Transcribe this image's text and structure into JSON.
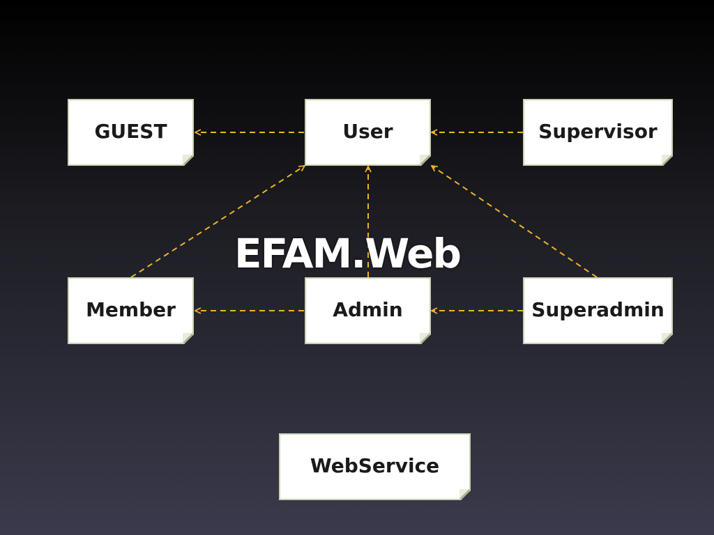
{
  "title": "EFAM.Web",
  "nodes": {
    "guest": "GUEST",
    "user": "User",
    "supervisor": "Supervisor",
    "member": "Member",
    "admin": "Admin",
    "superadmin": "Superadmin",
    "webservice": "WebService"
  },
  "edges": [
    {
      "from": "user",
      "to": "guest"
    },
    {
      "from": "supervisor",
      "to": "user"
    },
    {
      "from": "member",
      "to": "user"
    },
    {
      "from": "admin",
      "to": "user"
    },
    {
      "from": "superadmin",
      "to": "user"
    },
    {
      "from": "admin",
      "to": "member"
    },
    {
      "from": "superadmin",
      "to": "admin"
    }
  ],
  "colors": {
    "edge": "#f0b429",
    "node_fill": "#ffffff",
    "node_border": "#c8d2b4"
  }
}
